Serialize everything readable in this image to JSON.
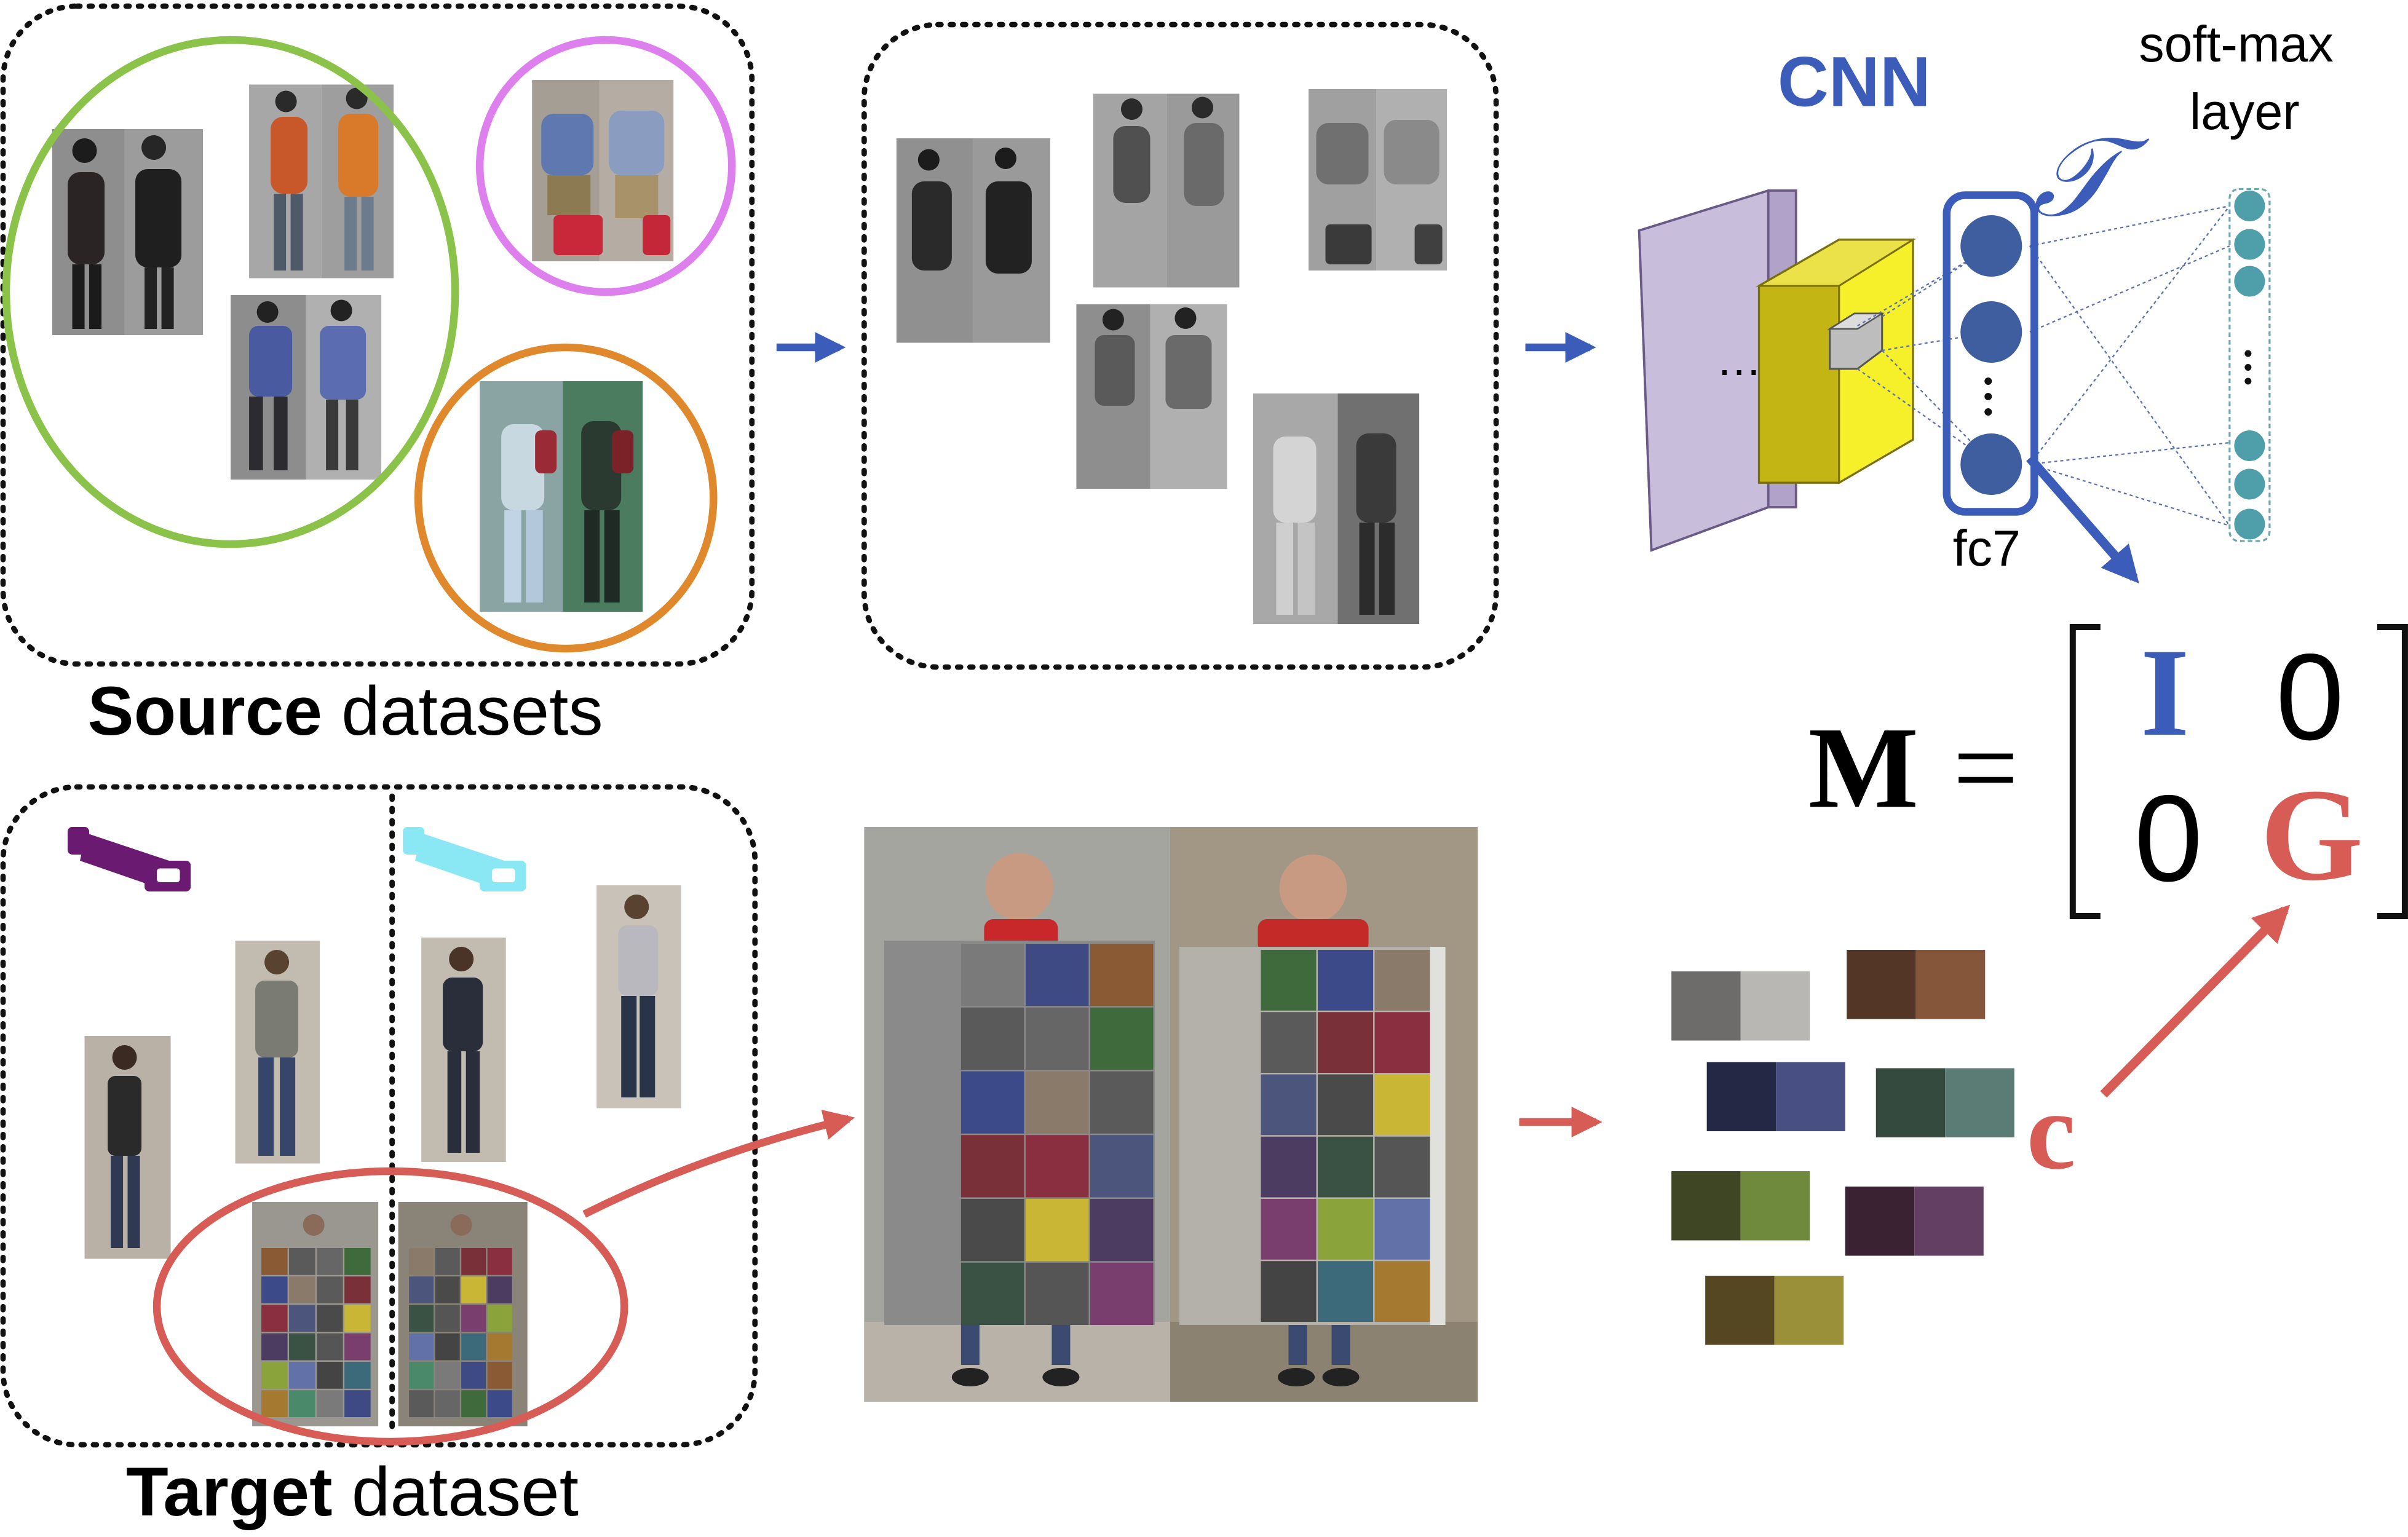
{
  "labels": {
    "source_bold": "Source",
    "source_rest": " datasets",
    "target_bold": "Target",
    "target_rest": " dataset",
    "cnn": "CNN",
    "softmax_line1": "soft-max",
    "softmax_line2": "layer",
    "fc7": "fc7",
    "tau": "𝒯",
    "ellipsis": "…",
    "vdots": "⋮"
  },
  "matrix": {
    "lhs": "M",
    "equals": "=",
    "i": "I",
    "zero_top": "0",
    "zero_bottom": "0",
    "g": "G",
    "c": "c"
  },
  "colors": {
    "blue": "#3b5cb8",
    "red": "#d65c55",
    "green": "#8bc34a",
    "magenta": "#dd80ee",
    "orange": "#e0892c",
    "camera_purple": "#6a1b71",
    "camera_cyan": "#8ae8f5",
    "yellow_block": "#f5f02a",
    "lilac_block": "#c8bedc"
  },
  "swatches": [
    [
      "#6d6c6a",
      "#b8b7b4"
    ],
    [
      "#533626",
      "#85563a"
    ],
    [
      "#252845",
      "#484f82"
    ],
    [
      "#354a3f",
      "#5a7c74"
    ],
    [
      "#3f4624",
      "#6f8a3d"
    ],
    [
      "#3a2233",
      "#623f63"
    ],
    [
      "#544721",
      "#9a9039"
    ]
  ],
  "chart_palette": [
    "#7a7a7a",
    "#3d4a84",
    "#8a5a34",
    "#5a5a5a",
    "#666666",
    "#3f6a3c",
    "#3c4a8a",
    "#8a7a6a",
    "#5a5a5a",
    "#7a3038",
    "#8a2f40",
    "#4c567c",
    "#4a4a4a",
    "#c9b634",
    "#4c3c62",
    "#3a5244",
    "#555555",
    "#7a3e6e",
    "#8aa33a",
    "#6272a8",
    "#444444",
    "#3c6a7a",
    "#a57a30",
    "#4a8a6a"
  ]
}
